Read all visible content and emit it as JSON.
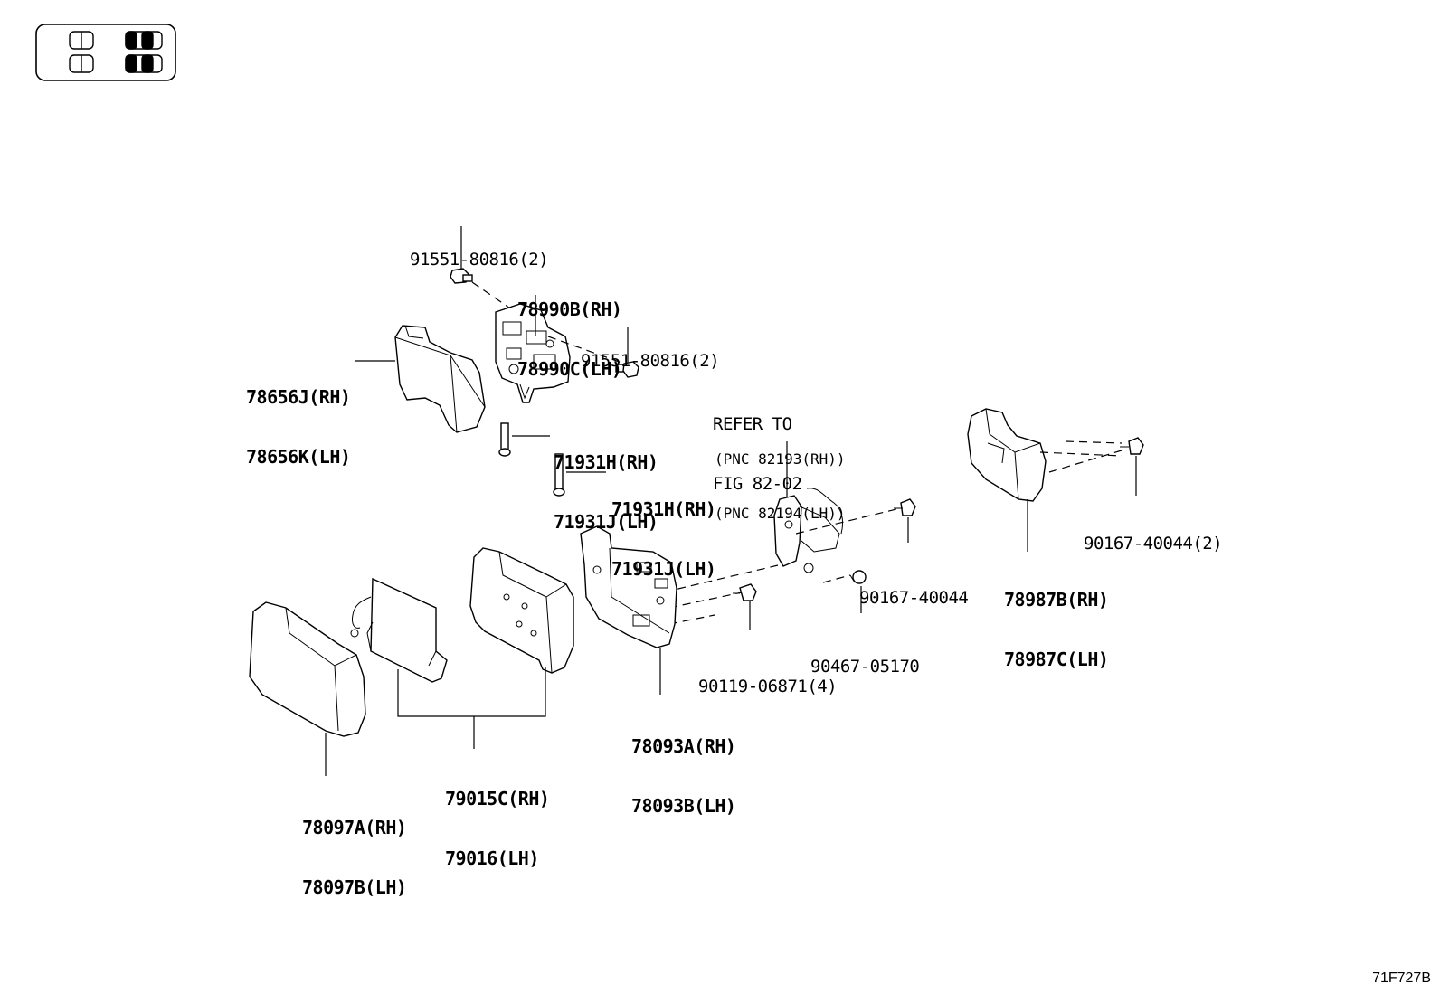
{
  "diagram": {
    "code": "71F727B",
    "callouts": [
      {
        "id": "bolt-top-left",
        "lines": [
          "91551-80816(2)"
        ]
      },
      {
        "id": "hinge",
        "lines": [
          "78990B(RH)",
          "78990C(LH)"
        ]
      },
      {
        "id": "bolt-top-right",
        "lines": [
          "91551-80816(2)"
        ]
      },
      {
        "id": "back-cover",
        "lines": [
          "78656J(RH)",
          "78656K(LH)"
        ]
      },
      {
        "id": "pin-upper",
        "lines": [
          "71931H(RH)",
          "71931J(LH)"
        ]
      },
      {
        "id": "pin-lower",
        "lines": [
          "71931H(RH)",
          "71931J(LH)"
        ]
      },
      {
        "id": "refer",
        "lines": [
          "REFER TO",
          "FIG 82-02"
        ]
      },
      {
        "id": "pnc",
        "lines": [
          "(PNC 82193(RH))",
          "(PNC 82194(LH))"
        ]
      },
      {
        "id": "side-cover",
        "lines": [
          "78987B(RH)",
          "78987C(LH)"
        ]
      },
      {
        "id": "screw-right",
        "lines": [
          "90167-40044(2)"
        ]
      },
      {
        "id": "screw-mid",
        "lines": [
          "90167-40044"
        ]
      },
      {
        "id": "clip",
        "lines": [
          "90467-05170"
        ]
      },
      {
        "id": "bolt-lower",
        "lines": [
          "90119-06871(4)"
        ]
      },
      {
        "id": "bracket",
        "lines": [
          "78093A(RH)",
          "78093B(LH)"
        ]
      },
      {
        "id": "pad-assy",
        "lines": [
          "79015C(RH)",
          "79016(LH)"
        ]
      },
      {
        "id": "cushion",
        "lines": [
          "78097A(RH)",
          "78097B(LH)"
        ]
      }
    ]
  }
}
